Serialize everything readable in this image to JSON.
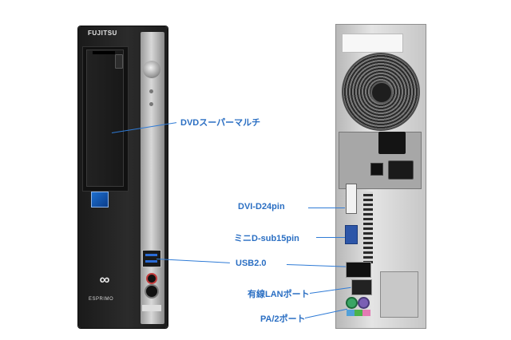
{
  "image": {
    "subject": "ESPRIMO",
    "front": {
      "brand_logo": "FUJITSU",
      "model": "ESPRIMO",
      "emblem": "∞"
    },
    "labels": [
      {
        "id": "dvd",
        "text": "DVDスーパーマルチ"
      },
      {
        "id": "dvi",
        "text": "DVI-D24pin"
      },
      {
        "id": "vga",
        "text": "ミニD-sub15pin"
      },
      {
        "id": "usb",
        "text": "USB2.0"
      },
      {
        "id": "lan",
        "text": "有線LANポート"
      },
      {
        "id": "ps2",
        "text": "PA/2ポート"
      }
    ],
    "accent_color": "#2b6fc3"
  }
}
